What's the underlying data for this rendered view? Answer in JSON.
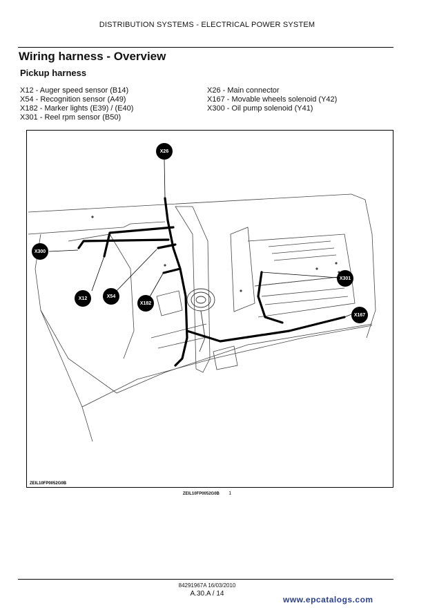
{
  "header": "DISTRIBUTION SYSTEMS - ELECTRICAL POWER SYSTEM",
  "title": "Wiring harness - Overview",
  "subtitle": "Pickup harness",
  "legend_left": [
    "X12 - Auger speed sensor (B14)",
    "X54 - Recognition sensor (A49)",
    "X182 - Marker lights (E39) / (E40)",
    "X301 - Reel rpm sensor (B50)"
  ],
  "legend_right": [
    "X26 - Main connector",
    "X167 - Movable wheels solenoid (Y42)",
    "X300 - Oil pump solenoid (Y41)"
  ],
  "figure_id": "ZEIL10FP0052G0B",
  "caption_id": "ZEIL10FP0052G0B",
  "caption_num": "1",
  "callouts": {
    "x26": "X26",
    "x300": "X300",
    "x12": "X12",
    "x54": "X54",
    "x182": "X182",
    "x301": "X301",
    "x167": "X167"
  },
  "footer_doc": "84291967A 16/03/2010",
  "footer_page": "A.30.A / 14",
  "watermark": "www.epcatalogs.com",
  "colors": {
    "text": "#111111",
    "watermark": "#2a3f8f"
  }
}
